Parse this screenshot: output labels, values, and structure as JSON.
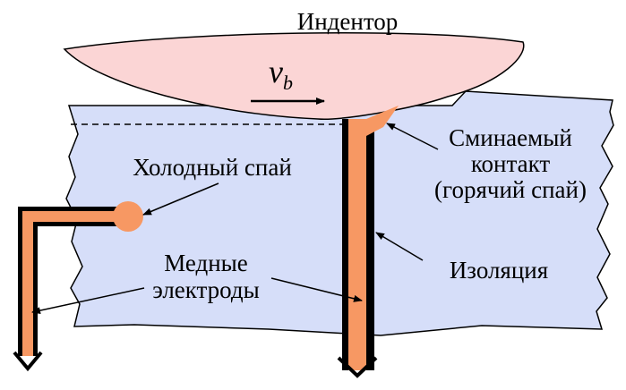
{
  "labels": {
    "indenter": "Индентор",
    "velocity_symbol": "v",
    "velocity_subscript": "b",
    "cold_junction": "Холодный спай",
    "contact_line1": "Сминаемый",
    "contact_line2": "контакт",
    "contact_line3": "(горячий спай)",
    "electrodes_line1": "Медные",
    "electrodes_line2": "электроды",
    "insulation": "Изоляция"
  },
  "colors": {
    "indenter_fill": "#fbd5d5",
    "workpiece_fill": "#d6def9",
    "copper": "#f79863",
    "outline": "#000000"
  }
}
